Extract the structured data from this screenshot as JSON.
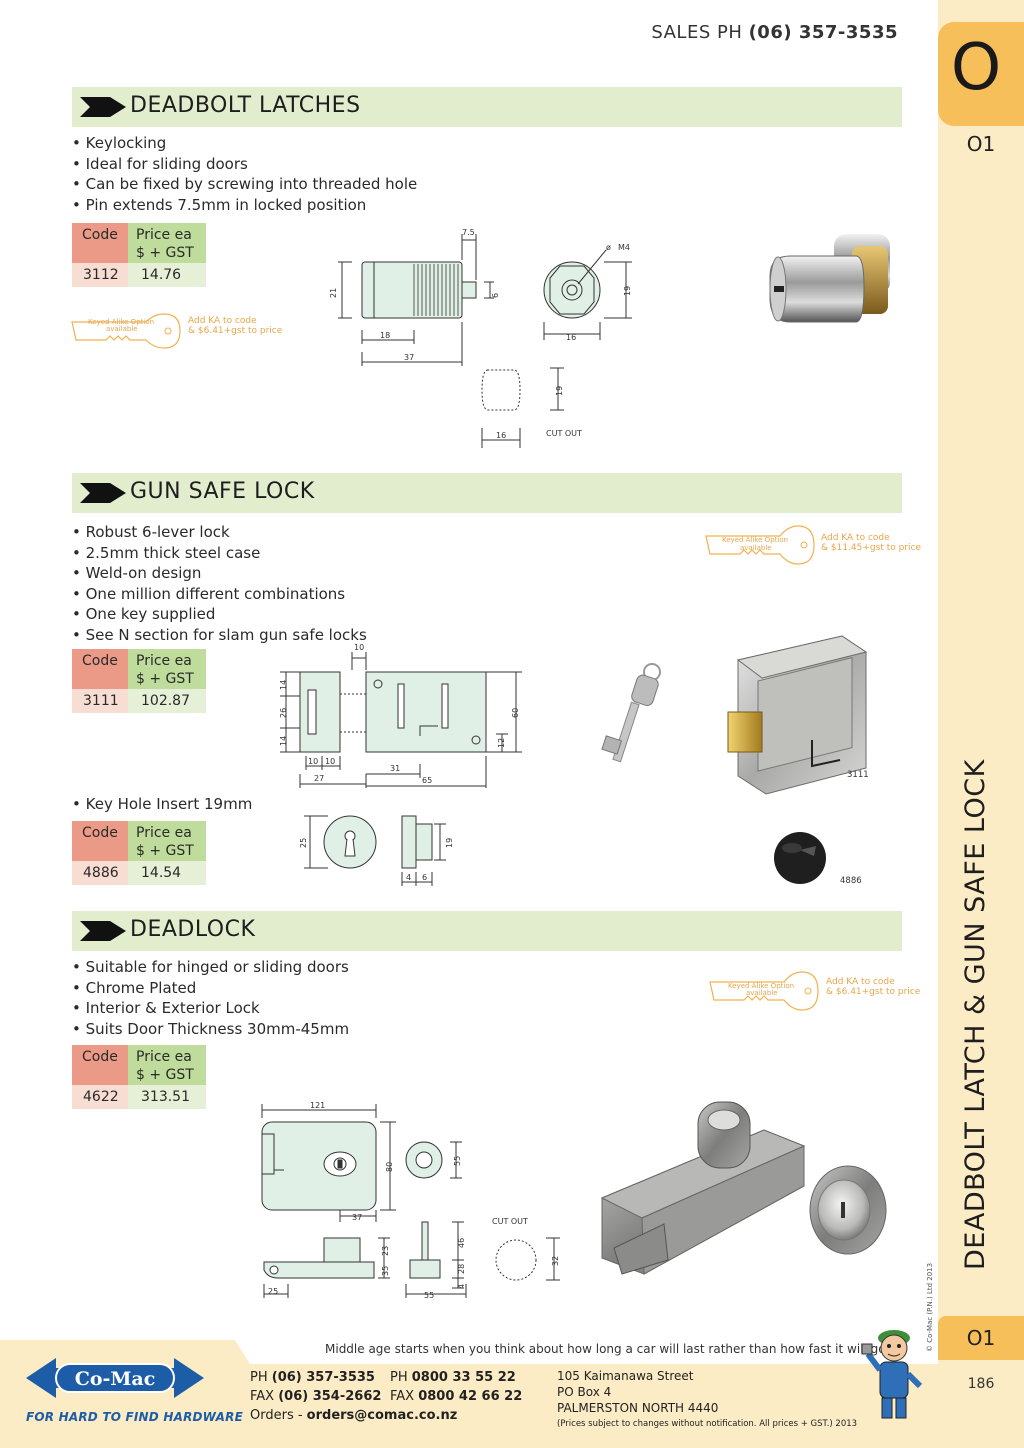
{
  "header": {
    "sales_label": "SALES  PH ",
    "sales_phone": "(06) 357-3535"
  },
  "tab": {
    "letter": "O",
    "code_top": "O1",
    "code_bottom": "O1",
    "page_number": "186",
    "vertical_title": "DEADBOLT LATCH & GUN SAFE LOCK",
    "copyright": "© Co-Mac (P.N.) Ltd 2013"
  },
  "sections": [
    {
      "title": "DEADBOLT LATCHES",
      "bullets": [
        "Keylocking",
        "Ideal for sliding doors",
        "Can be fixed by screwing into threaded hole",
        "Pin extends 7.5mm in locked position"
      ],
      "table": {
        "code_header": "Code",
        "price_header_1": "Price ea",
        "price_header_2": "$ + GST",
        "code": "3112",
        "price": "14.76"
      },
      "ka": {
        "key_text_1": "Keyed Alike Option",
        "key_text_2": "available",
        "note_1": "Add KA to code",
        "note_2": "& $6.41+gst to price"
      },
      "dims": {
        "d1": "7.5",
        "d2": "M4",
        "d3": "21",
        "d4": "6",
        "d5": "19",
        "d6": "18",
        "d7": "16",
        "d8": "37",
        "d9": "19",
        "d10": "16"
      },
      "cutout_label": "CUT OUT"
    },
    {
      "title": "GUN SAFE LOCK",
      "bullets": [
        "Robust 6-lever lock",
        "2.5mm thick steel case",
        "Weld-on design",
        "One million different combinations",
        "One key supplied",
        "See N section for slam gun safe locks"
      ],
      "table": {
        "code_header": "Code",
        "price_header_1": "Price ea",
        "price_header_2": "$ + GST",
        "code": "3111",
        "price": "102.87"
      },
      "ka": {
        "key_text_1": "Keyed Alike Option",
        "key_text_2": "available",
        "note_1": "Add KA to code",
        "note_2": "& $11.45+gst to price"
      },
      "dims": {
        "d1": "10",
        "d2": "14",
        "d3": "26",
        "d4": "14",
        "d5": "60",
        "d6": "12",
        "d7": "10",
        "d8": "10",
        "d9": "27",
        "d10": "31",
        "d11": "65"
      },
      "photo_label": "3111",
      "insert": {
        "bullet": "Key Hole Insert 19mm",
        "table": {
          "code_header": "Code",
          "price_header_1": "Price ea",
          "price_header_2": "$ + GST",
          "code": "4886",
          "price": "14.54"
        },
        "dims": {
          "d1": "25",
          "d2": "19",
          "d3": "4",
          "d4": "6"
        },
        "photo_label": "4886"
      }
    },
    {
      "title": "DEADLOCK",
      "bullets": [
        "Suitable for hinged or sliding doors",
        "Chrome Plated",
        "Interior & Exterior Lock",
        "Suits Door Thickness 30mm-45mm"
      ],
      "table": {
        "code_header": "Code",
        "price_header_1": "Price ea",
        "price_header_2": "$ + GST",
        "code": "4622",
        "price": "313.51"
      },
      "ka": {
        "key_text_1": "Keyed Alike Option",
        "key_text_2": "available",
        "note_1": "Add KA to code",
        "note_2": "& $6.41+gst to price"
      },
      "dims": {
        "d1": "121",
        "d2": "80",
        "d3": "55",
        "d4": "37",
        "d5": "23",
        "d6": "35",
        "d7": "46",
        "d8": "28",
        "d9": "4",
        "d10": "25",
        "d11": "55",
        "d12": "32"
      },
      "cutout_label": "CUT OUT"
    }
  ],
  "footer": {
    "quote": "Middle age starts when you think about how long a car will last rather than how fast it will go.",
    "brand": "Co-Mac",
    "tagline": "FOR HARD TO FIND HARDWARE",
    "ph_label": "PH ",
    "ph_value": "(06) 357-3535",
    "fax_label": "FAX ",
    "fax_value": "(06) 354-2662",
    "orders_label": "Orders - ",
    "orders_value": "orders@comac.co.nz",
    "ph2_label": "PH ",
    "ph2_value": "0800 33 55 22",
    "fax2_label": "FAX ",
    "fax2_value": "0800 42 66 22",
    "address_1": "105 Kaimanawa Street",
    "address_2": "PO Box 4",
    "address_3": "PALMERSTON NORTH 4440",
    "disclaimer": "(Prices subject to changes without notification.  All prices + GST.)  2013"
  },
  "colors": {
    "tab_orange": "#f7bf5a",
    "tab_cream": "#fcecc6",
    "section_green": "#e2edce",
    "code_red": "#ea9a86",
    "price_green": "#bfdc9c",
    "brand_blue": "#1d5da8"
  }
}
